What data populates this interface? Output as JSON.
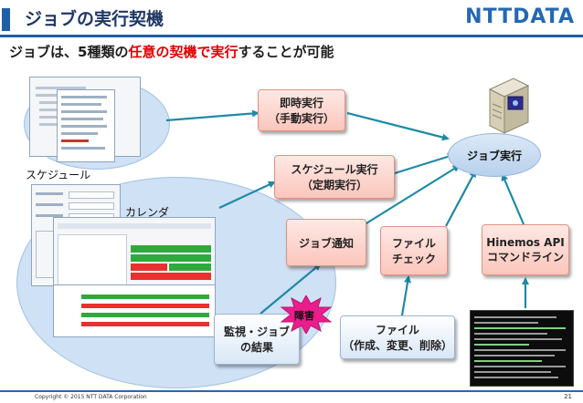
{
  "header": {
    "title": "ジョブの実行契機",
    "logo_text": "NTTDATA"
  },
  "subtitle": {
    "part1": "ジョブは、5種類の",
    "part2": "任意の契機で実行",
    "part3": "することが可能"
  },
  "labels": {
    "schedule": "スケジュール",
    "calendar": "カレンダ"
  },
  "triggers": {
    "immediate_line1": "即時実行",
    "immediate_line2": "（手動実行）",
    "schedule_line1": "スケジュール実行",
    "schedule_line2": "（定期実行）",
    "job_notify": "ジョブ通知",
    "file_check_line1": "ファイル",
    "file_check_line2": "チェック",
    "api_line1": "Hinemos API",
    "api_line2": "コマンドライン"
  },
  "sources": {
    "monitor_line1": "監視・ジョブ",
    "monitor_line2": "の結果",
    "fault": "障害",
    "file_line1": "ファイル",
    "file_line2": "（作成、変更、削除）"
  },
  "job_run": "ジョブ実行",
  "footer": {
    "copyright": "Copyright © 2015 NTT DATA Corporation",
    "page_number": "21"
  },
  "colors": {
    "accent_blue": "#1f5fa8",
    "highlight_red": "#e00000",
    "trigger_fill": "#fbc6bc",
    "arrow": "#1e8aa6",
    "fault_fill": "#e91e8c"
  }
}
